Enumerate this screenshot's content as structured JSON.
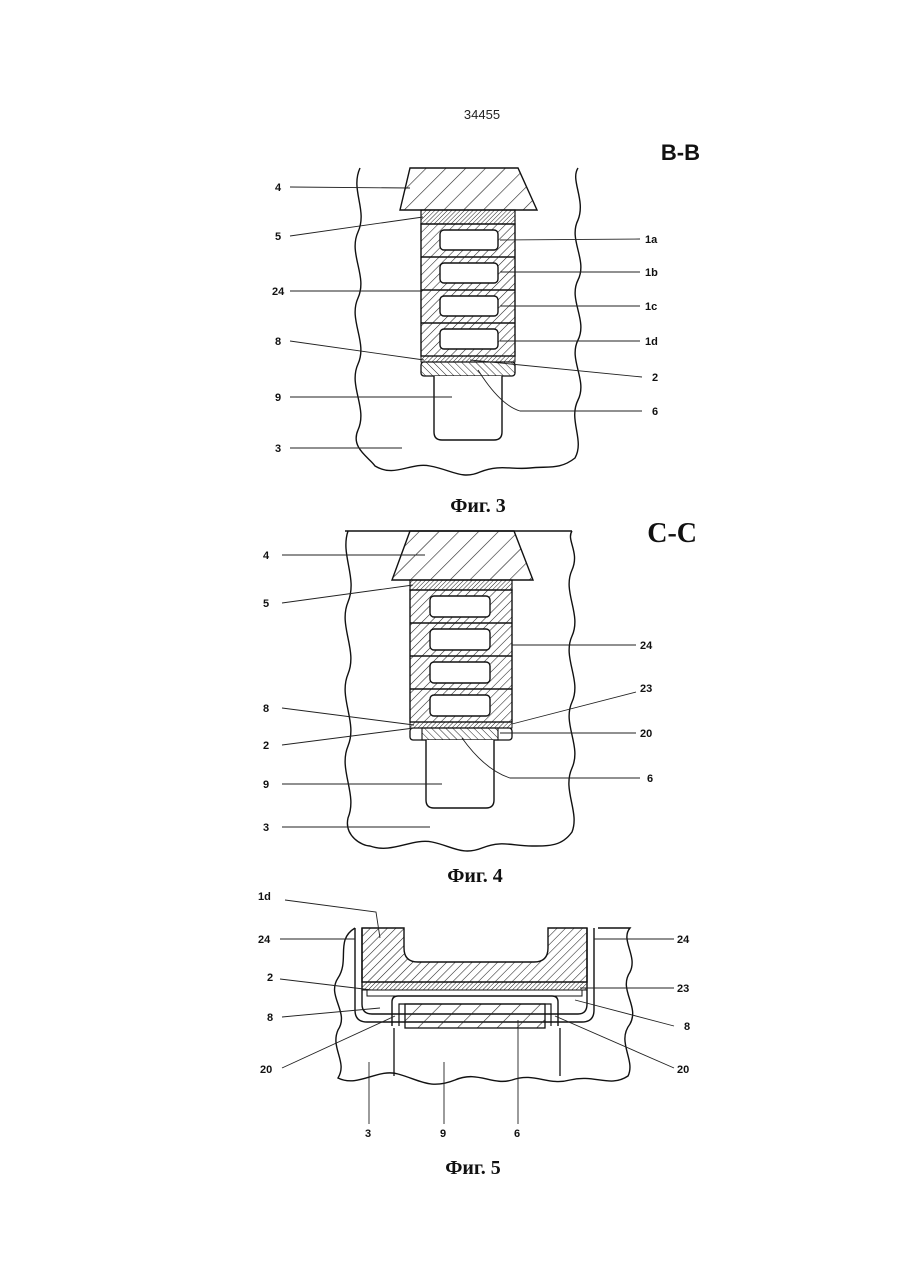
{
  "page_number": "34455",
  "figures": [
    {
      "caption": "Фиг. 3",
      "section": "B-B",
      "labels": {
        "l4": "4",
        "l5": "5",
        "l24": "24",
        "l8": "8",
        "l9": "9",
        "l3": "3",
        "r1a": "1a",
        "r1b": "1b",
        "r1c": "1c",
        "r1d": "1d",
        "r2": "2",
        "r6": "6"
      }
    },
    {
      "caption": "Фиг. 4",
      "section": "C-C",
      "labels": {
        "l4": "4",
        "l5": "5",
        "l8": "8",
        "l2": "2",
        "l9": "9",
        "l3": "3",
        "r24": "24",
        "r23": "23",
        "r20": "20",
        "r6": "6"
      }
    },
    {
      "caption": "Фиг. 5",
      "labels": {
        "t1d": "1d",
        "l24": "24",
        "l2": "2",
        "l8": "8",
        "l20": "20",
        "r24": "24",
        "r23": "23",
        "r8": "8",
        "r20": "20",
        "b3": "3",
        "b9": "9",
        "b6": "6"
      }
    }
  ]
}
